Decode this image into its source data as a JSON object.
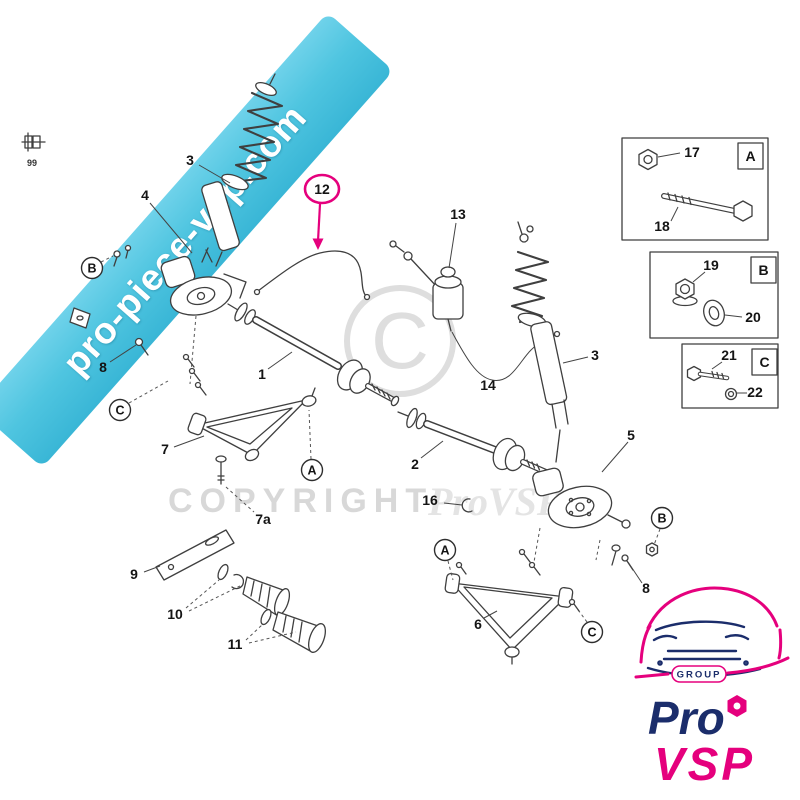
{
  "ribbon": {
    "text": "pro-piece-vsp.com"
  },
  "thumbnail": {
    "label": "99"
  },
  "watermark": {
    "word": "COPYRIGHT",
    "script": "ProVSP",
    "big_c": "C"
  },
  "labels": {
    "n1": "1",
    "n2": "2",
    "n3": "3",
    "n4": "4",
    "n5": "5",
    "n6": "6",
    "n7": "7",
    "n7a": "7a",
    "n8": "8",
    "n9": "9",
    "n10": "10",
    "n11": "11",
    "n12": "12",
    "n13": "13",
    "n14": "14",
    "n16": "16",
    "n17": "17",
    "n18": "18",
    "n19": "19",
    "n20": "20",
    "n21": "21",
    "n22": "22",
    "a": "A",
    "b": "B",
    "c": "C"
  },
  "logo": {
    "group": "GROUP",
    "pro": "Pro",
    "vsp": "VSP"
  },
  "colors": {
    "ribbon": "#4fc5e0",
    "highlight": "#e5007d",
    "navy": "#1b2d6b",
    "line": "#3f3f3f",
    "watermark": "#d8d8d8"
  }
}
